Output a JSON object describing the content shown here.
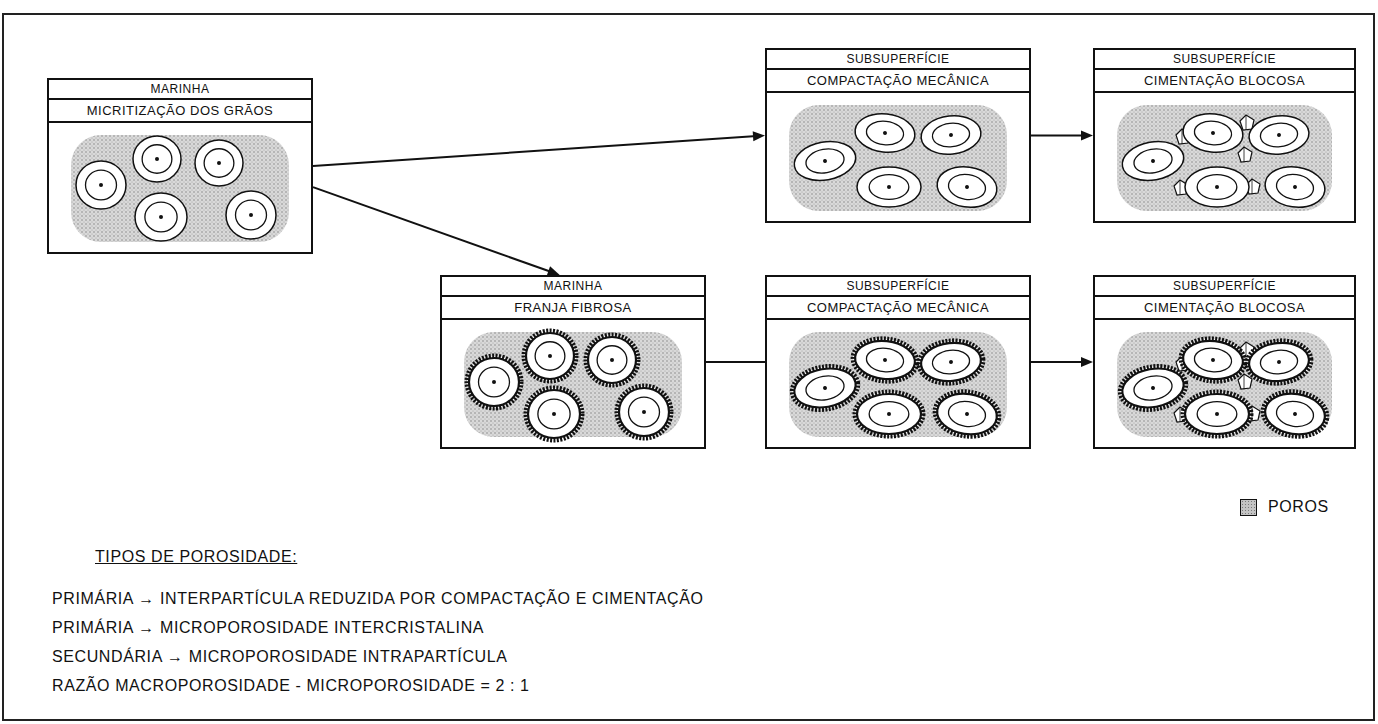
{
  "diagram": {
    "nodes": [
      {
        "text": [
          "MARINHA",
          "MICRITIZAÇÃO DOS GRÃOS"
        ]
      },
      {
        "text": [
          "SUBSUPERFÍCIE",
          "COMPACTAÇÃO MECÂNICA"
        ]
      },
      {
        "text": [
          "SUBSUPERFÍCIE",
          "CIMENTAÇÃO BLOCOSA"
        ]
      },
      {
        "text": [
          "MARINHA",
          "FRANJA FIBROSA"
        ]
      },
      {
        "text": [
          "SUBSUPERFÍCIE",
          "COMPACTAÇÃO MECÂNICA"
        ]
      },
      {
        "text": [
          "SUBSUPERFÍCIE",
          "CIMENTAÇÃO BLOCOSA"
        ]
      }
    ],
    "edges": [
      {
        "from": 0,
        "to": 1,
        "arrow": "to"
      },
      {
        "from": 0,
        "to": 3,
        "arrow": "to"
      },
      {
        "from": 1,
        "to": 2,
        "arrow": "to"
      },
      {
        "from": 3,
        "to": 4,
        "arrow": "none"
      },
      {
        "from": 4,
        "to": 5,
        "arrow": "to"
      }
    ],
    "labels": [
      "TIPOS DE POROSIDADE:",
      "PRIMÁRIA → INTERPARTÍCULA REDUZIDA POR COMPACTAÇÃO E CIMENTAÇÃO",
      "PRIMÁRIA → MICROPOROSIDADE INTERCRISTALINA",
      "SECUNDÁRIA → MICROPOROSIDADE INTRAPARTÍCULA",
      "RAZÃO MACROPOROSIDADE - MICROPOROSIDADE = 2 : 1"
    ],
    "legend": [
      {
        "text": "POROS",
        "color": "#c4c4c4"
      }
    ]
  }
}
